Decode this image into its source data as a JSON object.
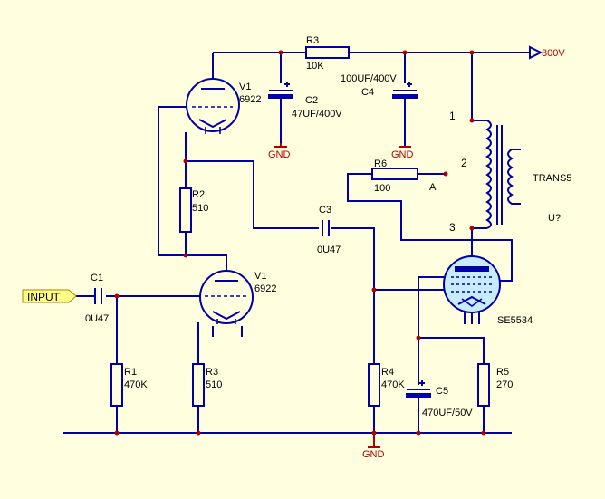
{
  "labels": {
    "input": "INPUT",
    "supply": "300V",
    "c1_name": "C1",
    "c1_val": "0U47",
    "r1_name": "R1",
    "r1_val": "470K",
    "r3a_name": "R3",
    "r3a_val": "510",
    "r2_name": "R2",
    "r2_val": "510",
    "v1a_name": "V1",
    "v1a_val": "6922",
    "v1b_name": "V1",
    "v1b_val": "6922",
    "r3b_name": "R3",
    "r3b_val": "10K",
    "c2_name": "C2",
    "c2_val": "47UF/400V",
    "c4_name": "C4",
    "c4_val": "100UF/400V",
    "c3_name": "C3",
    "c3_val": "0U47",
    "r4_name": "R4",
    "r4_val": "470K",
    "r5_name": "R5",
    "r5_val": "270",
    "c5_name": "C5",
    "c5_val": "470UF/50V",
    "r6_name": "R6",
    "r6_val": "100",
    "node_a": "A",
    "tube_name": "SE5534",
    "trans_name": "TRANS5",
    "trans_ref": "U?",
    "pin1": "1",
    "pin2": "2",
    "pin3": "3",
    "gnd1": "GND",
    "gnd2": "GND",
    "gnd3": "GND"
  },
  "colors": {
    "background": "#ffffe0",
    "wire": "#0000a8",
    "ground": "#b00000",
    "tube_glass": "#c8ecff"
  }
}
